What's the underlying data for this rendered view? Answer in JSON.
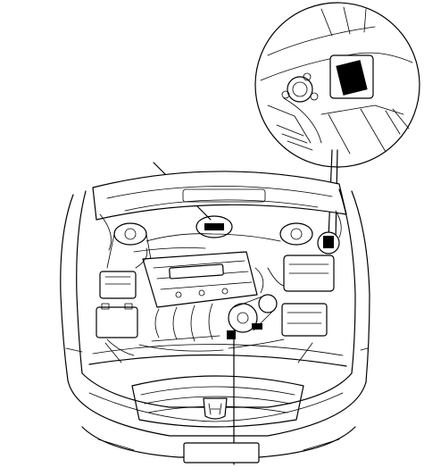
{
  "diagram": {
    "subject": "engine-compartment-label-locations",
    "icons": [
      "engine-bay-drawing",
      "detail-inset-magnifier",
      "emblem-icon"
    ],
    "stroke_color": "#000000",
    "background_color": "#ffffff"
  }
}
